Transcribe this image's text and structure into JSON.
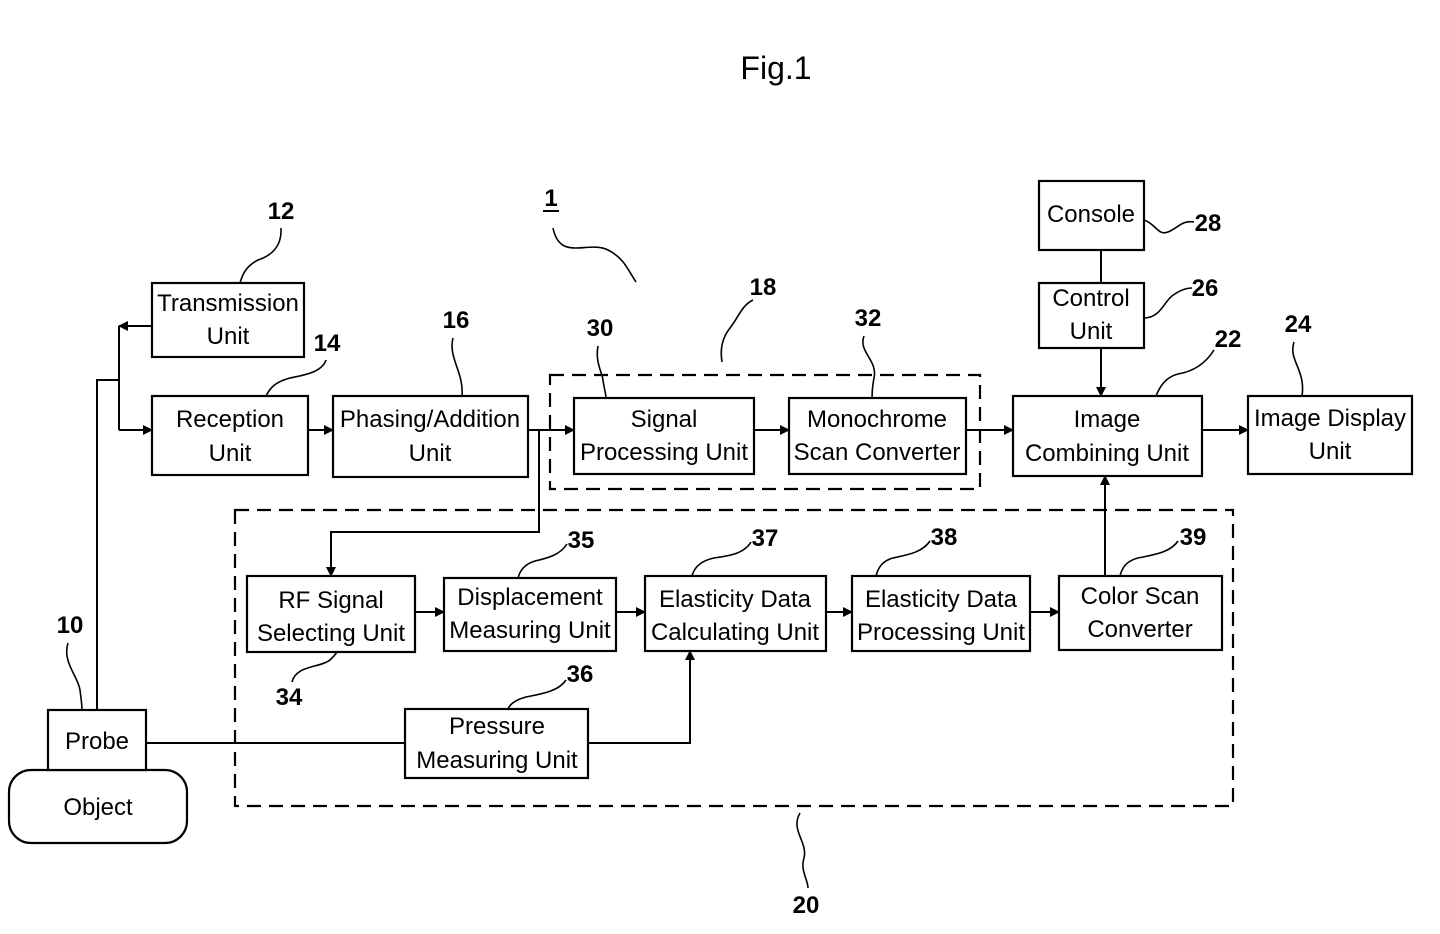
{
  "figure_title": "Fig.1",
  "system_ref": "1",
  "blocks": {
    "transmission": [
      "Transmission",
      "Unit"
    ],
    "reception": [
      "Reception",
      "Unit"
    ],
    "phasing": [
      "Phasing/Addition",
      "Unit"
    ],
    "signal_proc": [
      "Signal",
      "Processing Unit"
    ],
    "mono_scan": [
      "Monochrome",
      "Scan Converter"
    ],
    "console": [
      "Console"
    ],
    "control": [
      "Control",
      "Unit"
    ],
    "image_comb": [
      "Image",
      "Combining Unit"
    ],
    "image_disp": [
      "Image Display",
      "Unit"
    ],
    "rf_select": [
      "RF Signal",
      "Selecting Unit"
    ],
    "displacement": [
      "Displacement",
      "Measuring Unit"
    ],
    "elast_calc": [
      "Elasticity Data",
      "Calculating Unit"
    ],
    "elast_proc": [
      "Elasticity Data",
      "Processing Unit"
    ],
    "color_scan": [
      "Color Scan",
      "Converter"
    ],
    "pressure": [
      "Pressure",
      "Measuring Unit"
    ],
    "probe": [
      "Probe"
    ],
    "object": [
      "Object"
    ]
  },
  "ref_numbers": {
    "transmission": "12",
    "reception": "14",
    "phasing": "16",
    "group_18": "18",
    "signal_proc": "30",
    "mono_scan": "32",
    "console": "28",
    "control": "26",
    "image_comb": "22",
    "image_disp": "24",
    "rf_select": "34",
    "displacement": "35",
    "pressure": "36",
    "elast_calc": "37",
    "elast_proc": "38",
    "color_scan": "39",
    "probe": "10",
    "group_20": "20"
  }
}
